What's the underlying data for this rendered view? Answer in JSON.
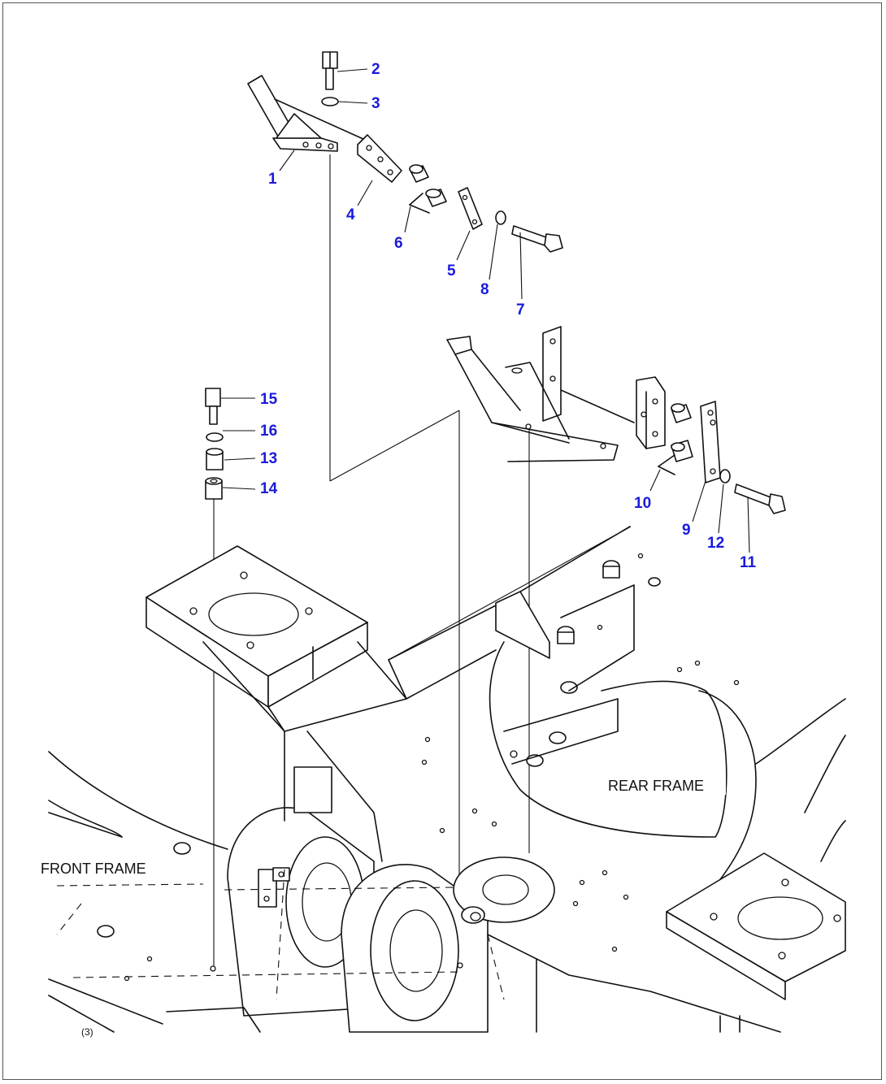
{
  "callouts": [
    {
      "num": "1"
    },
    {
      "num": "2"
    },
    {
      "num": "3"
    },
    {
      "num": "4"
    },
    {
      "num": "5"
    },
    {
      "num": "6"
    },
    {
      "num": "7"
    },
    {
      "num": "8"
    },
    {
      "num": "9"
    },
    {
      "num": "10"
    },
    {
      "num": "11"
    },
    {
      "num": "12"
    },
    {
      "num": "13"
    },
    {
      "num": "14"
    },
    {
      "num": "15"
    },
    {
      "num": "16"
    }
  ],
  "labels": {
    "front_frame": "FRONT FRAME",
    "rear_frame": "REAR FRAME",
    "corner_mark": "(3)"
  },
  "colors": {
    "callout": "#1a1adc",
    "line": "#111111"
  }
}
